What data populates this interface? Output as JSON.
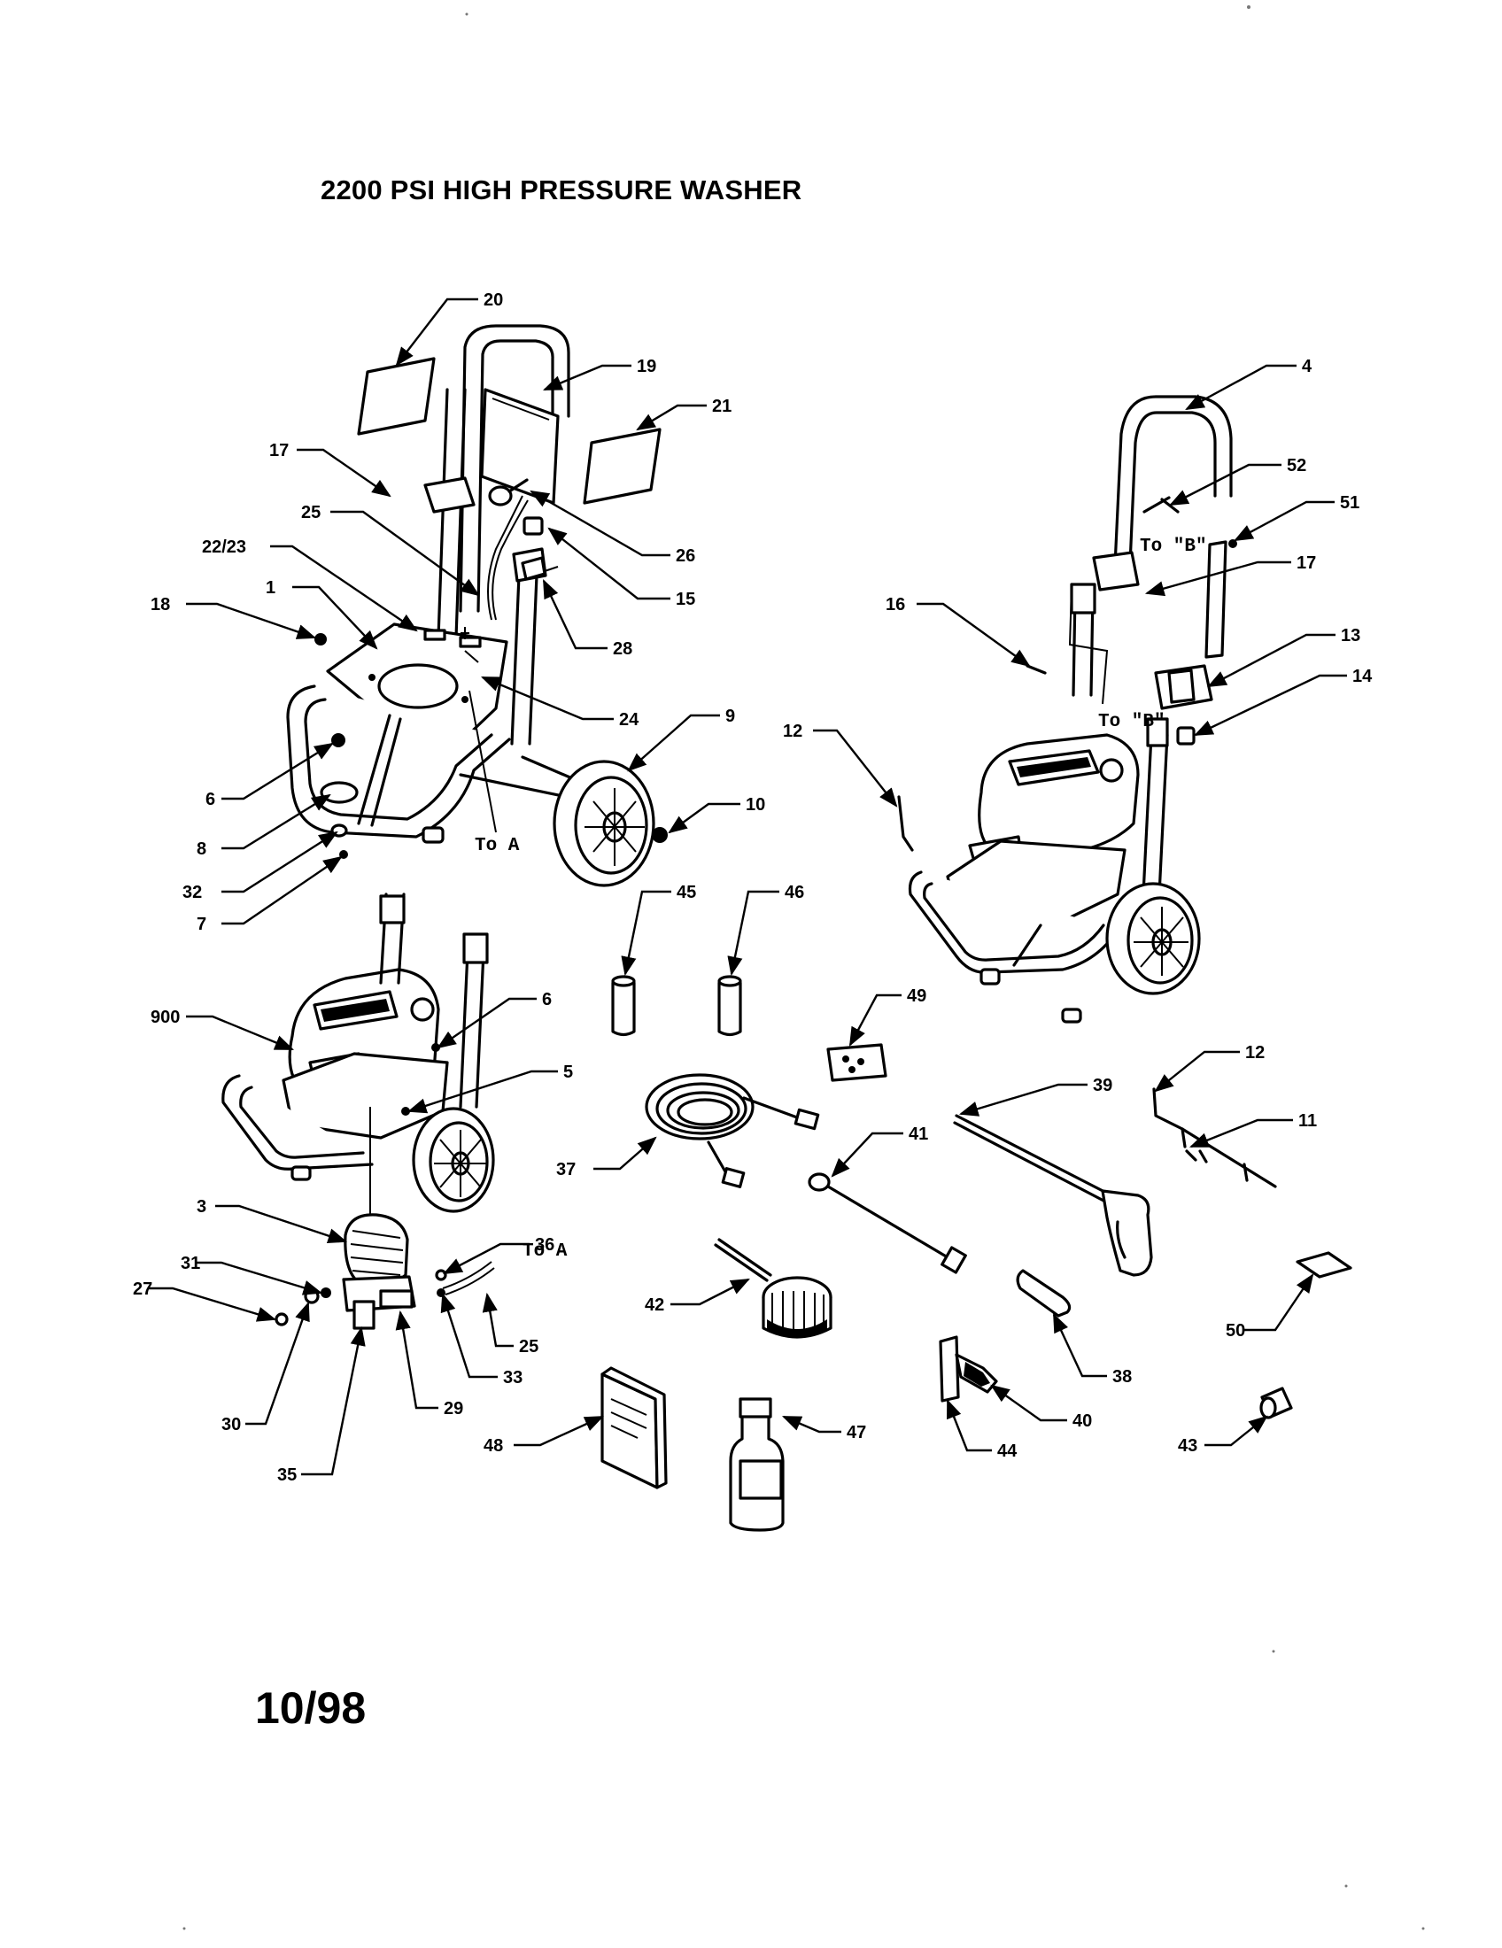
{
  "title": "2200 PSI HIGH PRESSURE WASHER",
  "date_code": "10/98",
  "notes": {
    "to_a": "To A",
    "to_b": "To \"B\""
  },
  "callouts": {
    "c1": "1",
    "c3": "3",
    "c4": "4",
    "c5": "5",
    "c6a": "6",
    "c6b": "6",
    "c7": "7",
    "c8": "8",
    "c9": "9",
    "c10": "10",
    "c11": "11",
    "c12a": "12",
    "c12b": "12",
    "c13": "13",
    "c14": "14",
    "c15": "15",
    "c16": "16",
    "c17a": "17",
    "c17b": "17",
    "c18": "18",
    "c19": "19",
    "c20": "20",
    "c21": "21",
    "c22": "22/23",
    "c24": "24",
    "c25a": "25",
    "c25b": "25",
    "c26": "26",
    "c27": "27",
    "c28": "28",
    "c29": "29",
    "c30": "30",
    "c31": "31",
    "c32": "32",
    "c33": "33",
    "c35": "35",
    "c36": "36",
    "c37": "37",
    "c38": "38",
    "c39": "39",
    "c40": "40",
    "c41": "41",
    "c42": "42",
    "c43": "43",
    "c44": "44",
    "c45": "45",
    "c46": "46",
    "c47": "47",
    "c48": "48",
    "c49": "49",
    "c50": "50",
    "c51": "51",
    "c52": "52",
    "c900": "900"
  }
}
